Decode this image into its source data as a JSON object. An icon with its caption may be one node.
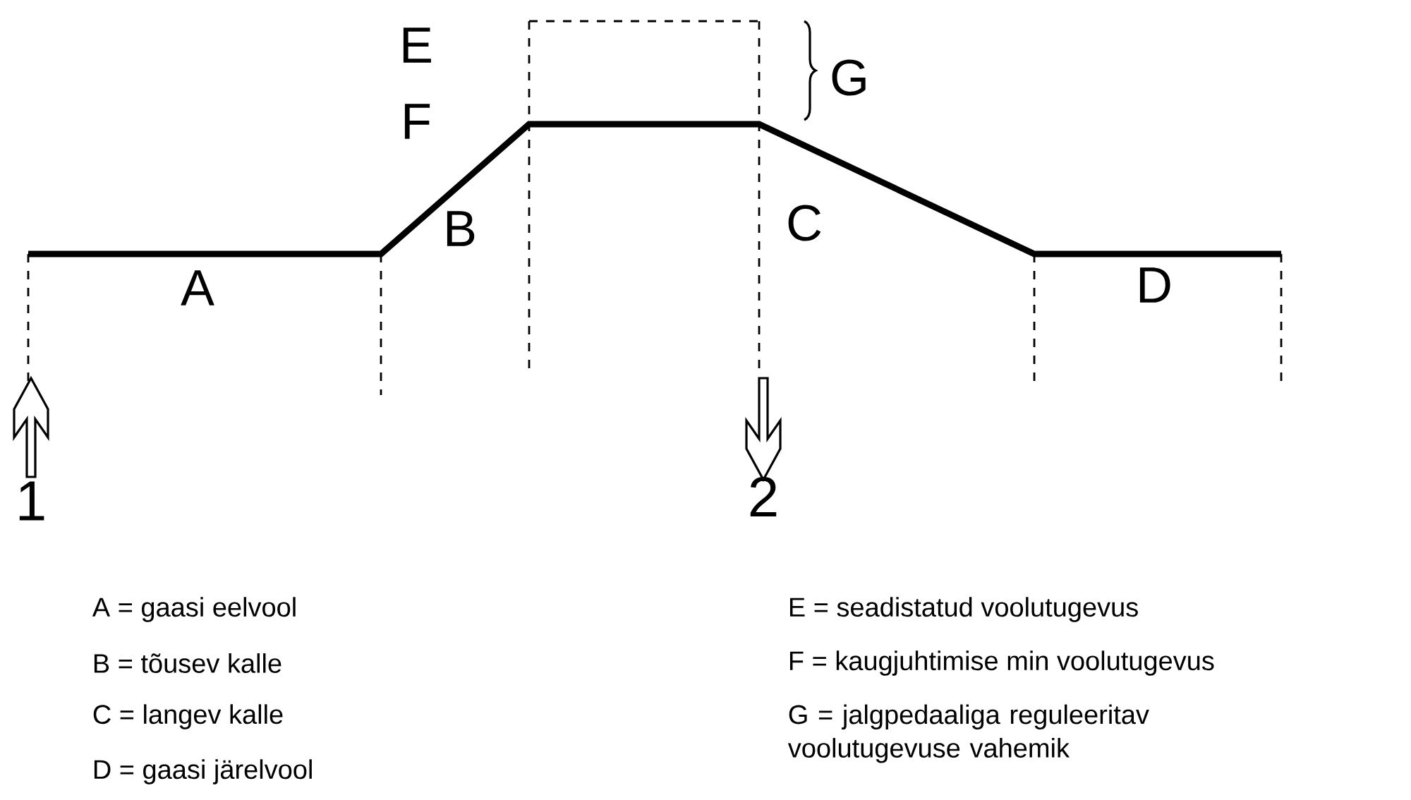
{
  "diagram": {
    "labels": [
      "E",
      "F",
      "G",
      "B",
      "A",
      "C",
      "D",
      "1",
      "2",
      "A = gaasi eelvool",
      "E = seadistatud voolutugevus",
      "B = tõusev kalle",
      "F = kaugjuhtimise min voolutugevus",
      "C = langev kalle",
      "G = jalgpedaaliga reguleeritav voolutugevuse vahemik",
      "D = gaasi järelvool"
    ]
  }
}
